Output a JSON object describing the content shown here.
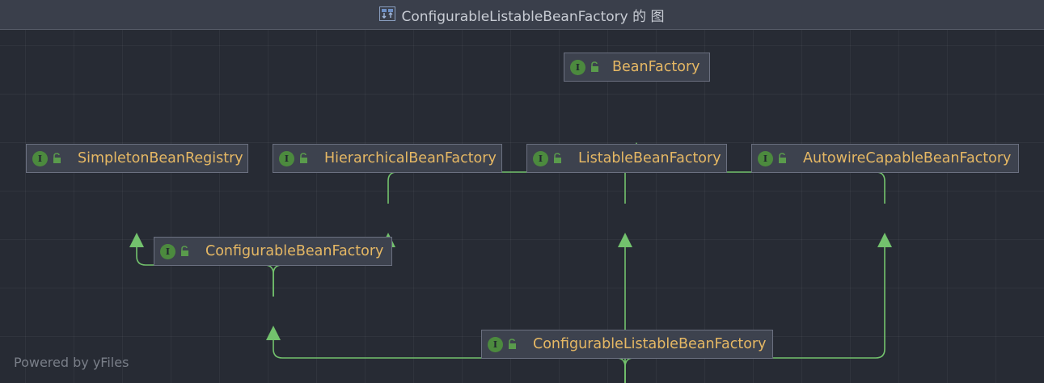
{
  "window": {
    "title": "ConfigurableListableBeanFactory 的 图"
  },
  "diagram": {
    "badge_letter": "I",
    "nodes": [
      {
        "id": "bean-factory",
        "label": "BeanFactory"
      },
      {
        "id": "simpleton-bean-registry",
        "label": "SimpletonBeanRegistry"
      },
      {
        "id": "hierarchical-bean-factory",
        "label": "HierarchicalBeanFactory"
      },
      {
        "id": "listable-bean-factory",
        "label": "ListableBeanFactory"
      },
      {
        "id": "autowire-capable-bean-factory",
        "label": "AutowireCapableBeanFactory"
      },
      {
        "id": "configurable-bean-factory",
        "label": "ConfigurableBeanFactory"
      },
      {
        "id": "configurable-listable-bean-factory",
        "label": "ConfigurableListableBeanFactory"
      }
    ],
    "edges": [
      {
        "from": "hierarchical-bean-factory",
        "to": "bean-factory"
      },
      {
        "from": "listable-bean-factory",
        "to": "bean-factory"
      },
      {
        "from": "autowire-capable-bean-factory",
        "to": "bean-factory"
      },
      {
        "from": "configurable-bean-factory",
        "to": "simpleton-bean-registry"
      },
      {
        "from": "configurable-bean-factory",
        "to": "hierarchical-bean-factory"
      },
      {
        "from": "configurable-listable-bean-factory",
        "to": "configurable-bean-factory"
      },
      {
        "from": "configurable-listable-bean-factory",
        "to": "listable-bean-factory"
      },
      {
        "from": "configurable-listable-bean-factory",
        "to": "autowire-capable-bean-factory"
      }
    ]
  },
  "footer": {
    "powered_by": "Powered by yFiles"
  },
  "colors": {
    "edge": "#73c26d",
    "node_text": "#e6b864",
    "interface_badge": "#4c8a3e",
    "lock_icon": "#5a9b4c"
  },
  "icons": {
    "title": "class-diagram-icon",
    "badge": "interface-icon",
    "visibility": "public-lock-icon"
  }
}
